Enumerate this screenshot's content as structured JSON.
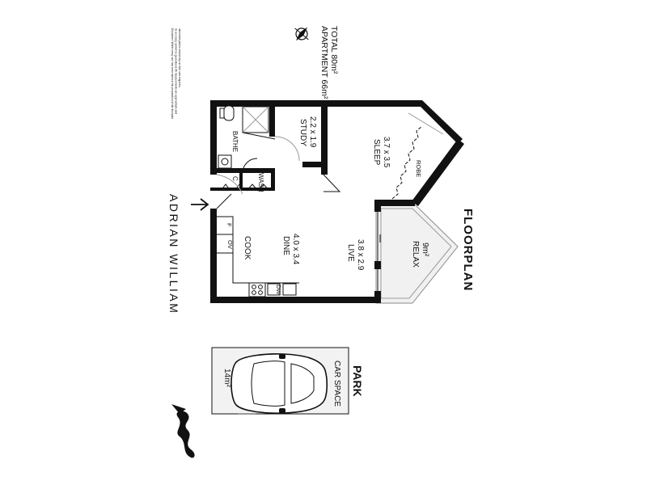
{
  "title": "FLOORPLAN",
  "brand": "ADRIAN WILLIAM",
  "area": {
    "apartment": "APARTMENT 66m²",
    "total": "TOTAL 80m²"
  },
  "disclaimer": [
    "Disclaimer: Whilst every care has been taken in the preparation of this floorplan",
    "its accuracy cannot be guaranteed. All measurements are approximate and",
    "interested parties should rely on their own enquiries."
  ],
  "rooms": {
    "bathe": "BATHE",
    "study": {
      "name": "STUDY",
      "size": "2.2 x 1.9"
    },
    "sleep": {
      "name": "SLEEP",
      "size": "3.7 x 3.5"
    },
    "robe": "ROBE",
    "c": "C",
    "wash": "WASH",
    "f": "F",
    "ov": "OV",
    "dw": "DW",
    "cook": "COOK",
    "dine": {
      "name": "DINE",
      "size": "4.0 x 3.4"
    },
    "live": {
      "name": "LIVE",
      "size": "3.8 x 2.9"
    },
    "relax": {
      "name": "RELAX",
      "size": "9m²"
    }
  },
  "park": {
    "title": "PARK",
    "label": "CAR SPACE",
    "size": "14m²"
  },
  "icons": [
    "compass-icon",
    "entry-arrow-icon",
    "brand-logo-icon",
    "car-icon"
  ]
}
